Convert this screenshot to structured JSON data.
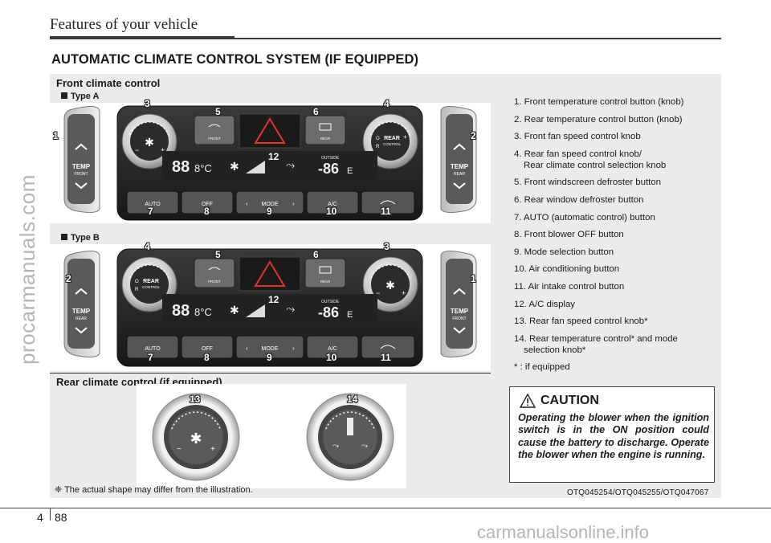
{
  "header": {
    "title": "Features of your vehicle",
    "section_title": "AUTOMATIC CLIMATE CONTROL SYSTEM (IF EQUIPPED)"
  },
  "figure": {
    "front_heading": "Front climate control",
    "rear_heading": "Rear climate control (if equipped)",
    "type_a": "Type A",
    "type_b": "Type B",
    "note": "❈ The actual shape may differ from the illustration.",
    "figure_code": "OTQ045254/OTQ045255/OTQ047067",
    "panel": {
      "buttons": [
        "AUTO",
        "OFF",
        "MODE",
        "A/C"
      ],
      "front": "FRONT",
      "rear": "REAR",
      "temp": "TEMP",
      "rear_control": [
        "REAR",
        "CONTROL"
      ],
      "outside": "OUTSIDE",
      "display_left": "88",
      "display_left_unit": "8°C",
      "display_right": "-86",
      "display_right_unit": "E",
      "dial_o": "O",
      "dial_r": "R"
    },
    "callouts_a": {
      "top": [
        "3",
        "5",
        "6",
        "4"
      ],
      "side_left": "1",
      "side_right": "2",
      "center": "12",
      "bottom": [
        "7",
        "8",
        "9",
        "10",
        "11"
      ]
    },
    "callouts_b": {
      "top": [
        "4",
        "5",
        "6",
        "3"
      ],
      "side_left": "2",
      "side_right": "1",
      "center": "12",
      "bottom": [
        "7",
        "8",
        "9",
        "10",
        "11"
      ]
    },
    "rear_callouts": [
      "13",
      "14"
    ]
  },
  "legend": [
    {
      "text": "1. Front temperature control button (knob)"
    },
    {
      "text": "2. Rear temperature control button (knob)"
    },
    {
      "text": "3. Front fan speed control knob"
    },
    {
      "text": "4. Rear fan speed control knob/",
      "cont": "Rear climate control selection knob"
    },
    {
      "text": "5. Front windscreen defroster button"
    },
    {
      "text": "6. Rear window defroster button"
    },
    {
      "text": "7. AUTO (automatic control) button"
    },
    {
      "text": "8. Front blower OFF button"
    },
    {
      "text": "9. Mode selection button"
    },
    {
      "text": "10. Air conditioning button"
    },
    {
      "text": "11. Air intake control button"
    },
    {
      "text": "12. A/C display"
    },
    {
      "text": "13. Rear fan speed control knob*"
    },
    {
      "text": "14. Rear temperature control* and mode",
      "cont": "selection knob*"
    },
    {
      "text": "* : if equipped"
    }
  ],
  "caution": {
    "title": "CAUTION",
    "body": "Operating the blower when the ignition switch is in the ON position could cause the battery to discharge. Operate the blower when the engine is running."
  },
  "footer": {
    "chapter": "4",
    "page": "88"
  },
  "watermarks": {
    "side": "procarmanuals.com",
    "bottom": "carmanualsonline.info"
  }
}
